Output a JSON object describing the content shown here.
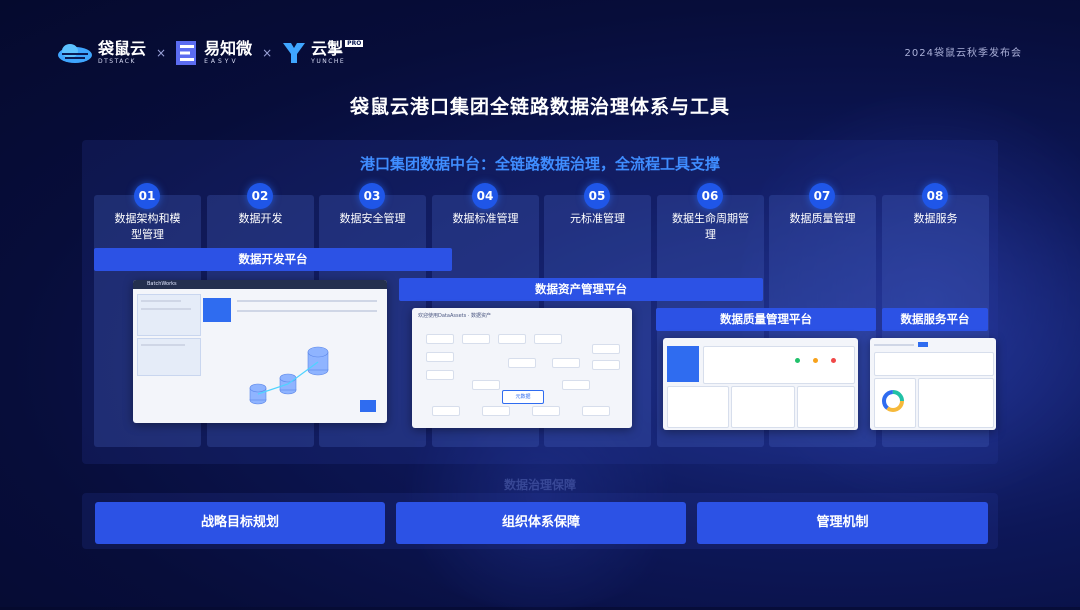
{
  "header": {
    "logos": [
      {
        "name": "袋鼠云",
        "sub": "DTSTACK"
      },
      {
        "name": "易知微",
        "sub": "EASYV"
      },
      {
        "name": "云掣",
        "sub": "YUNCHE",
        "badge": "PRO"
      }
    ],
    "separator": "×",
    "event": "2024袋鼠云秋季发布会"
  },
  "title": "袋鼠云港口集团全链路数据治理体系与工具",
  "panel_title": "港口集团数据中台：全链路数据治理，全流程工具支撑",
  "columns": [
    {
      "num": "01",
      "label": "数据架构和模型管理"
    },
    {
      "num": "02",
      "label": "数据开发"
    },
    {
      "num": "03",
      "label": "数据安全管理"
    },
    {
      "num": "04",
      "label": "数据标准管理"
    },
    {
      "num": "05",
      "label": "元标准管理"
    },
    {
      "num": "06",
      "label": "数据生命周期管理"
    },
    {
      "num": "07",
      "label": "数据质量管理"
    },
    {
      "num": "08",
      "label": "数据服务"
    }
  ],
  "platforms": [
    {
      "label": "数据开发平台"
    },
    {
      "label": "数据资产管理平台"
    },
    {
      "label": "数据质量管理平台"
    },
    {
      "label": "数据服务平台"
    }
  ],
  "screens": {
    "dev_app": "BatchWorks",
    "asset_heading": "欢迎使用DataAssets · 数据资产",
    "asset_center": "元数据"
  },
  "faded_label": "数据治理保障",
  "bottom": [
    {
      "label": "战略目标规划"
    },
    {
      "label": "组织体系保障"
    },
    {
      "label": "管理机制"
    }
  ],
  "colors": {
    "accent": "#2c52e5",
    "title_blue": "#3f8dff",
    "bg": "#070d3a"
  }
}
